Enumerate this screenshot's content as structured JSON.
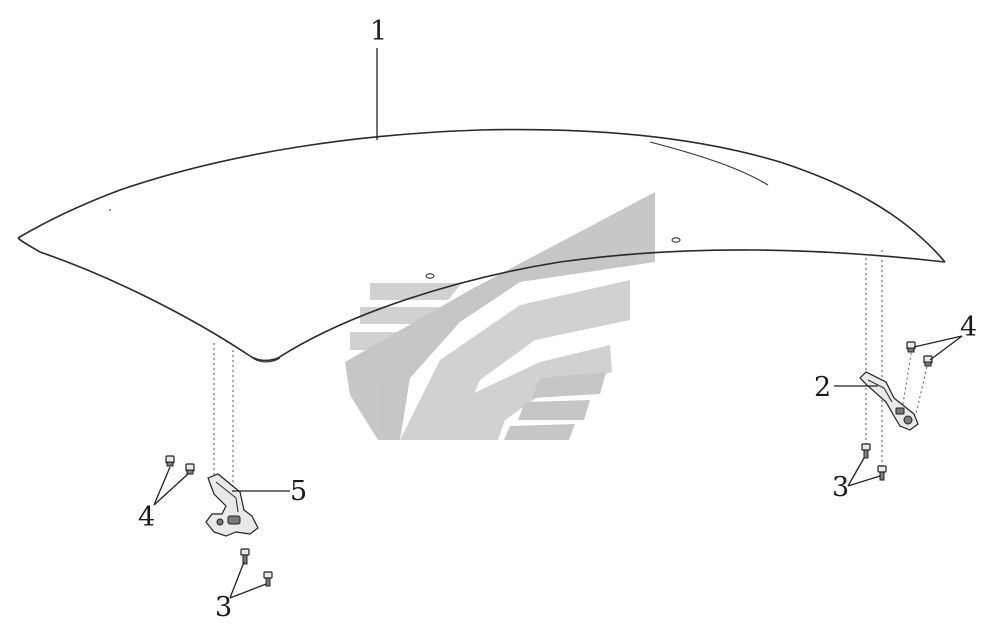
{
  "callouts": {
    "hood": "1",
    "right_hinge": "2",
    "bolt_lower_right": "3",
    "bolt_lower_left": "3",
    "nut_upper_right": "4",
    "nut_upper_left": "4",
    "left_hinge": "5"
  },
  "colors": {
    "line": "#2a2a2a",
    "watermark": "#c9c9c9",
    "background": "#ffffff"
  }
}
